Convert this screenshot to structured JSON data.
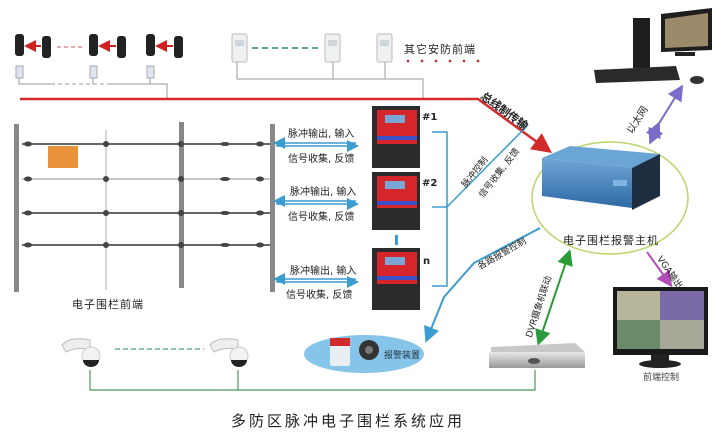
{
  "diagram": {
    "title": "多防区脉冲电子围栏系统应用",
    "nodes": {
      "other_security_frontend": {
        "label": "其它安防前端",
        "icon": "pir-detector-icon"
      },
      "beam_detectors": {
        "icon": "infrared-beam-detector-icon",
        "count_shown": 3
      },
      "fence_frontend": {
        "label": "电子围栏前端",
        "icon": "electric-fence-icon"
      },
      "pulse_hosts": [
        {
          "label": "#1",
          "icon": "pulse-host-icon"
        },
        {
          "label": "#2",
          "icon": "pulse-host-icon"
        },
        {
          "label": "n",
          "icon": "pulse-host-icon"
        }
      ],
      "alarm_host": {
        "label": "电子围栏报警主机",
        "icon": "alarm-host-icon"
      },
      "computer": {
        "icon": "computer-icon"
      },
      "monitor": {
        "label": "前端控制",
        "icon": "monitor-icon"
      },
      "dvr": {
        "icon": "dvr-icon"
      },
      "alarm_device": {
        "label": "报警装置",
        "icon": "siren-icon"
      },
      "cameras": {
        "icon": "dome-camera-icon",
        "count_shown": 2
      }
    },
    "links": {
      "pulse_io": "脉冲输出, 输入",
      "signal_feedback": "信号收集, 反馈",
      "bus_transmission": "总线制传输",
      "pulse_control": "脉冲控制",
      "signal_feedback_diag": "信号收集, 反馈",
      "ethernet": "以太网",
      "vga_output": "VGA输出",
      "alarm_control": "各路报警控制",
      "dvr_linkage": "DVR摄象机联动"
    },
    "colors": {
      "bus_line": "#d32a2a",
      "pulse_link": "#3a9ccf",
      "ethernet": "#7a6cc8",
      "vga": "#b04db8",
      "dvr_link": "#2a9a3a",
      "camera_line": "#4a9a5a",
      "host_ring": "#b8d66a",
      "alarm_ellipse": "#86c4ea"
    }
  }
}
